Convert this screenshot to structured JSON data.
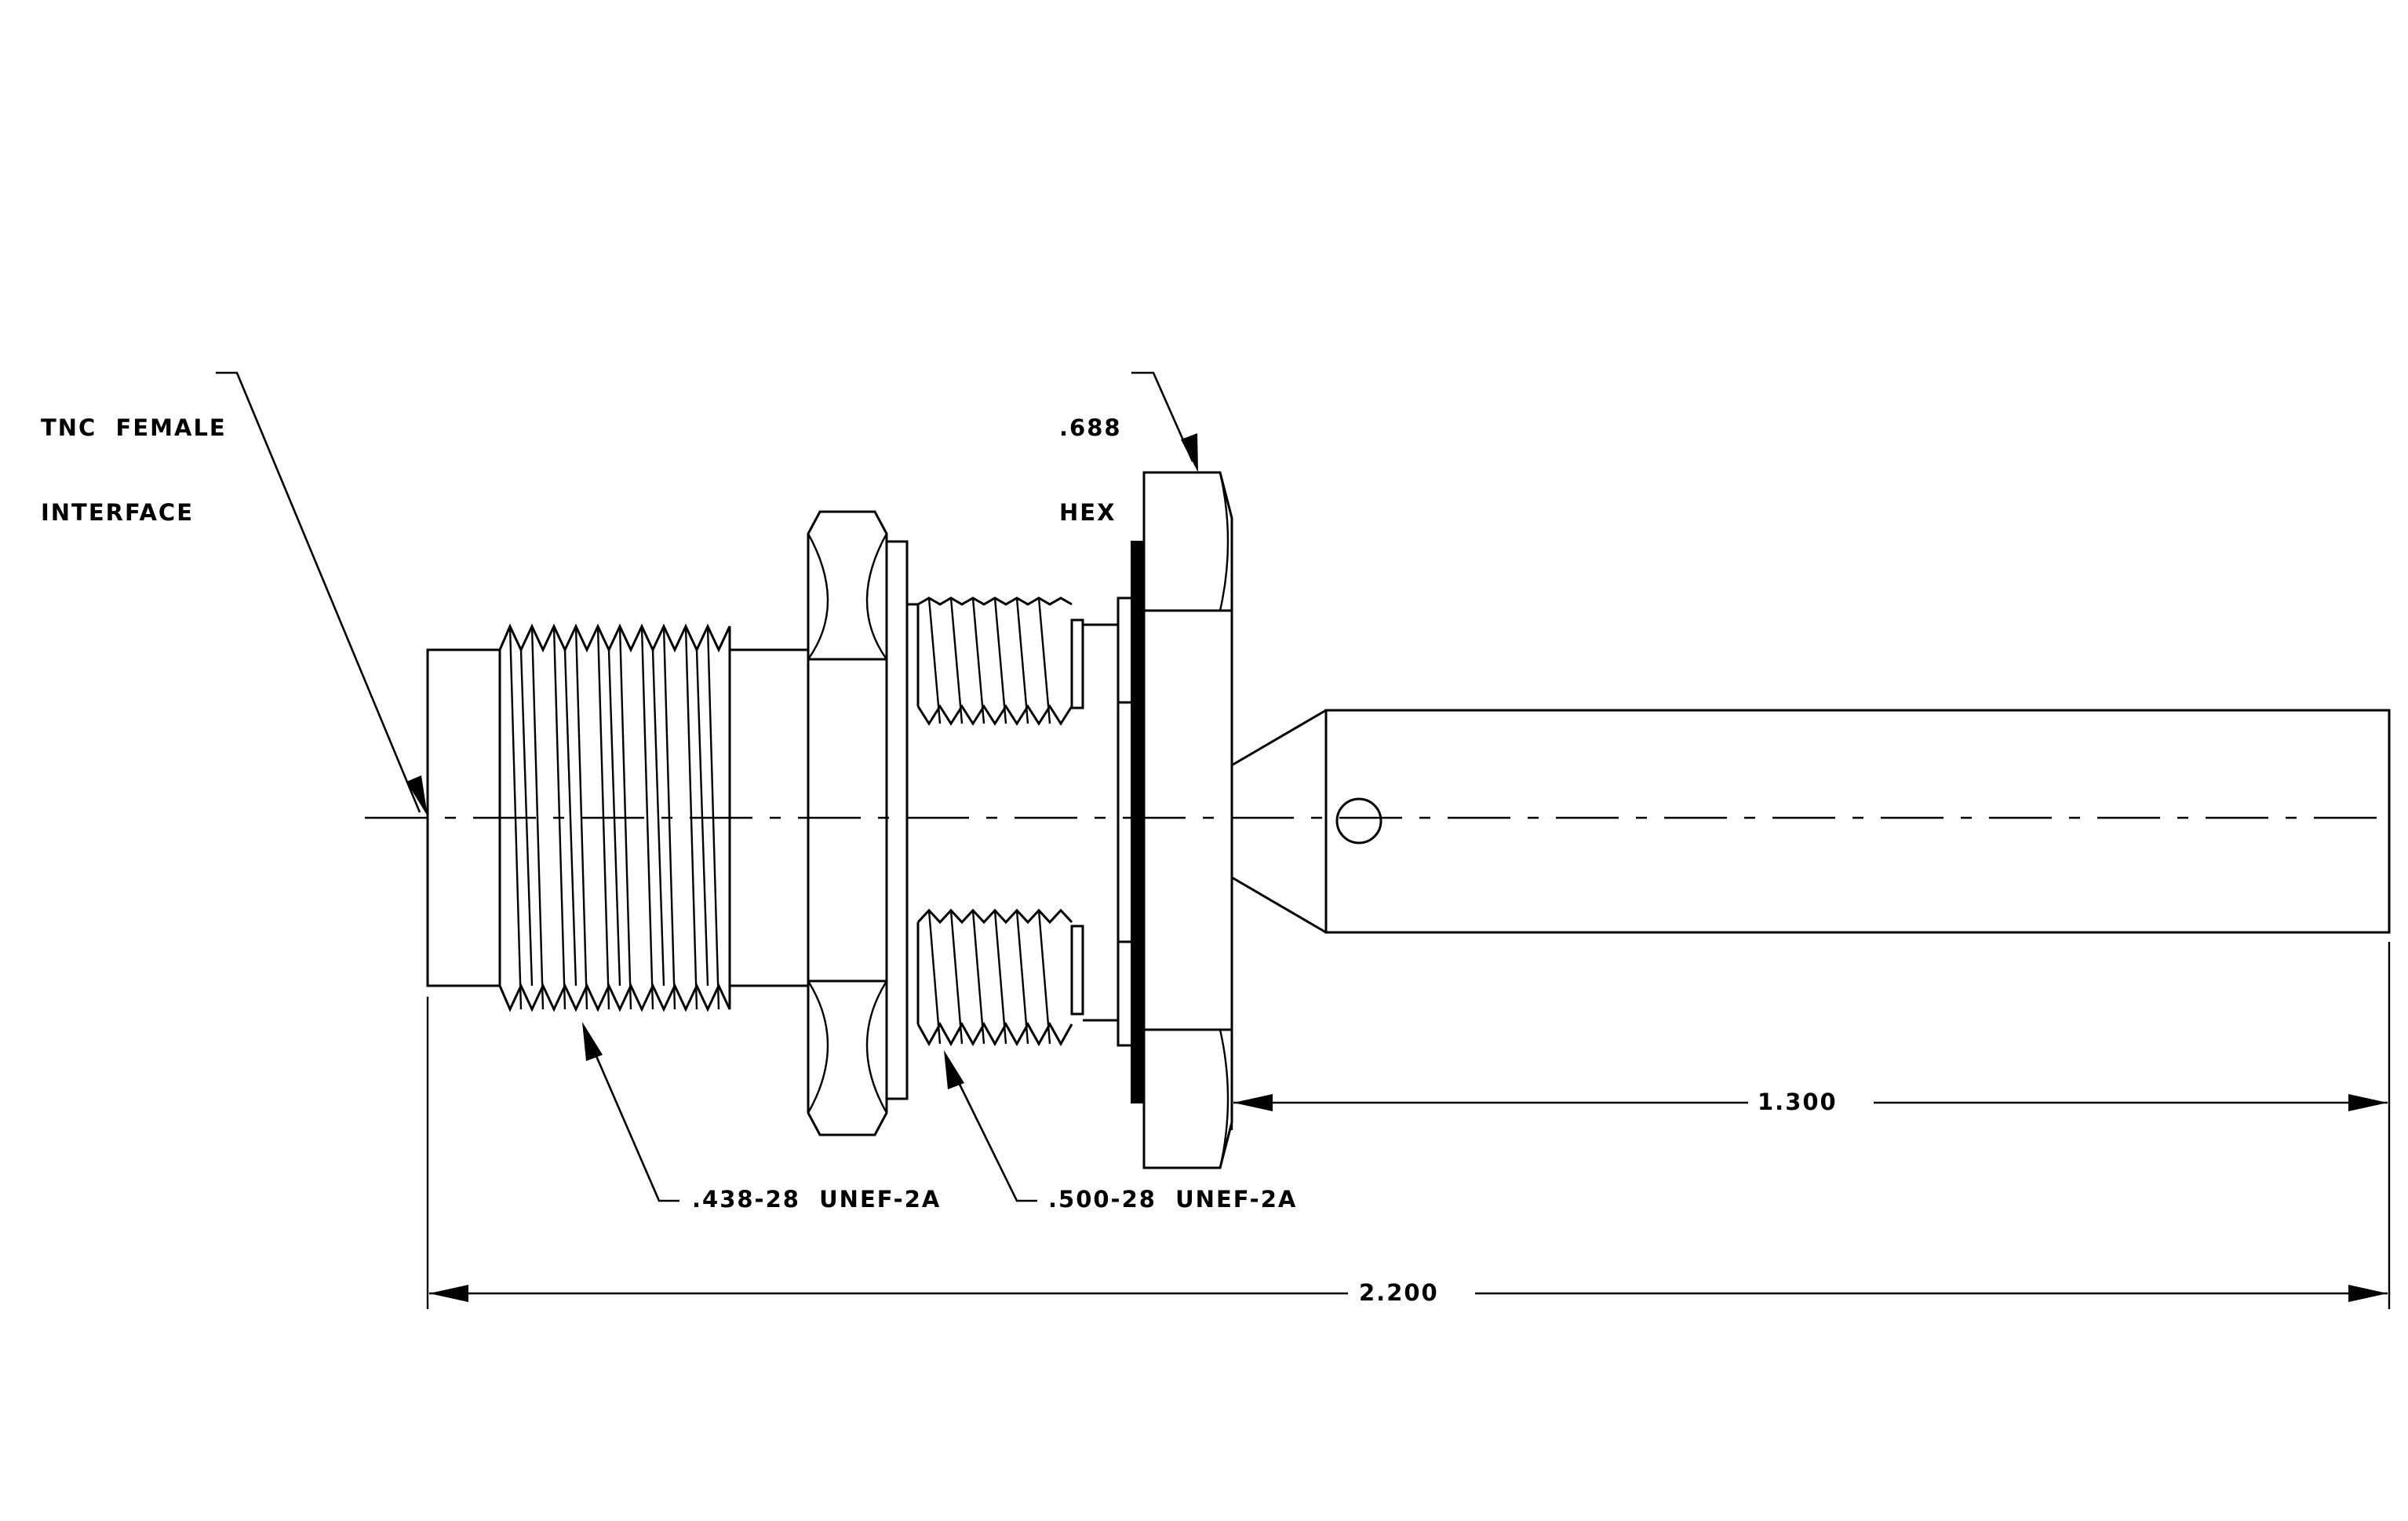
{
  "drawing": {
    "callouts": {
      "interface_line1": "TNC  FEMALE",
      "interface_line2": "INTERFACE",
      "hex_line1": ".688",
      "hex_line2": "HEX",
      "thread_front": ".438-28  UNEF-2A",
      "thread_rear": ".500-28  UNEF-2A"
    },
    "dimensions": {
      "rear_length": "1.300",
      "overall_length": "2.200"
    }
  }
}
